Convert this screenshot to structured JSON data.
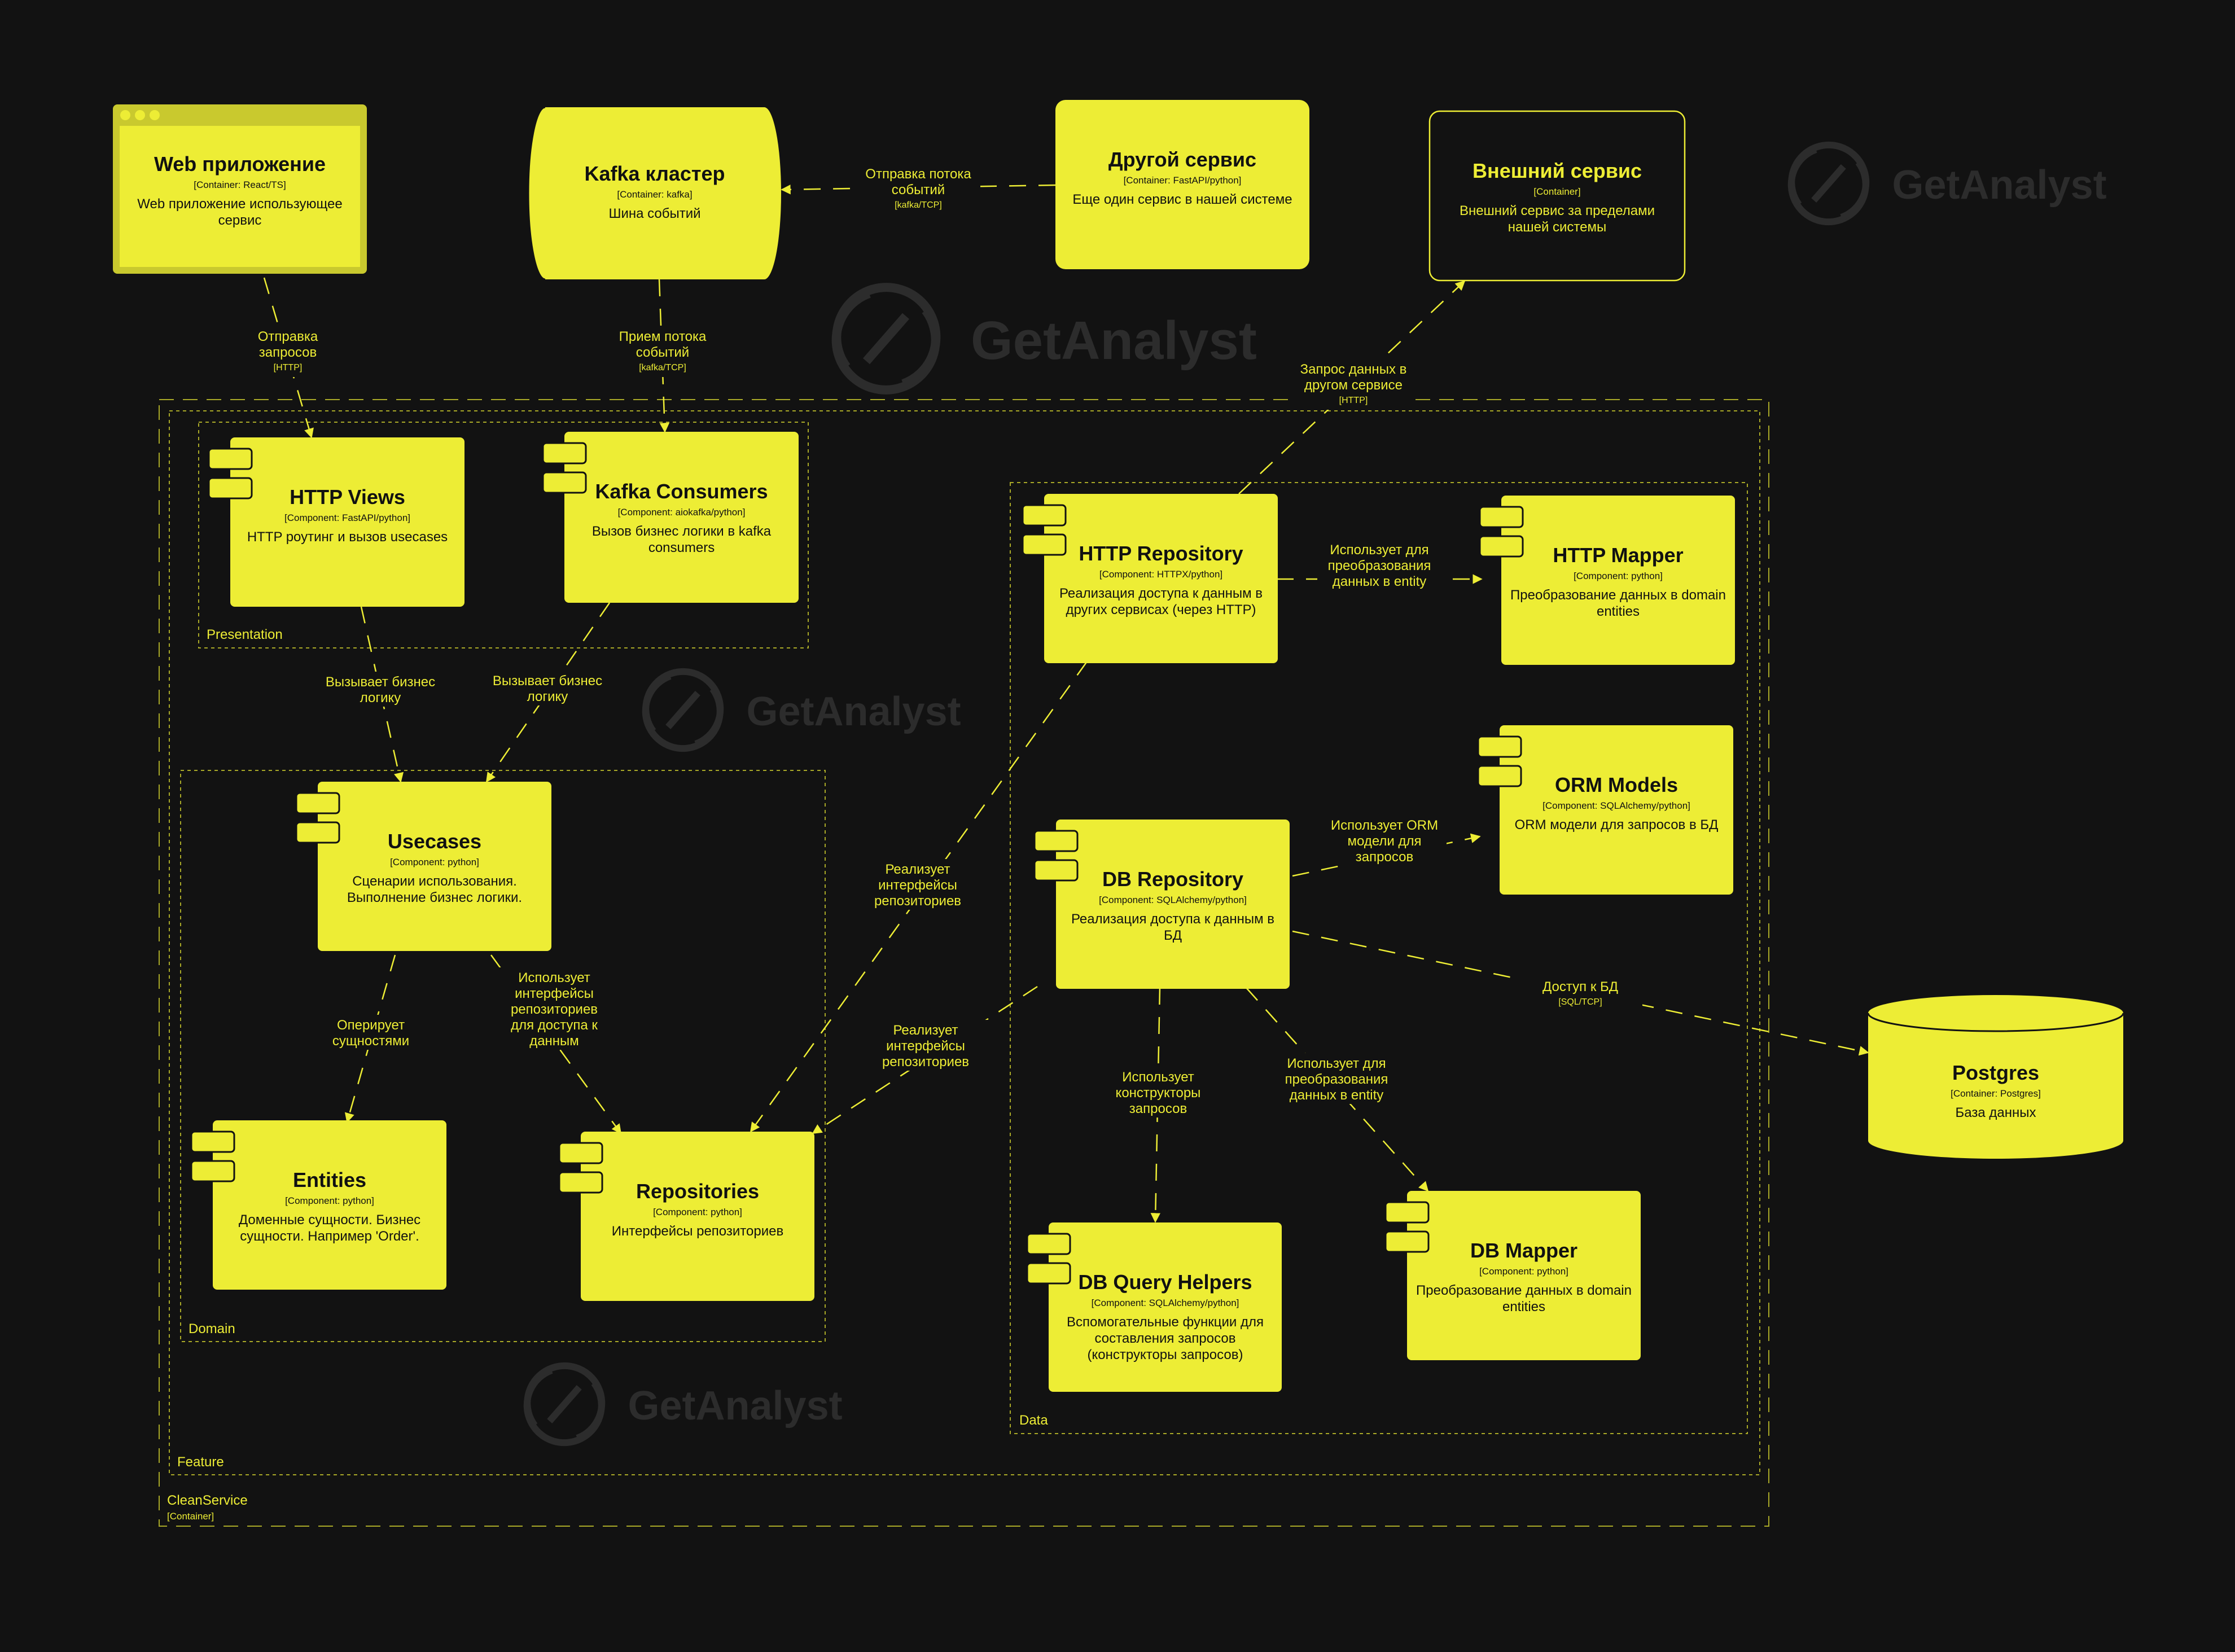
{
  "watermark": {
    "text": "GetAnalyst"
  },
  "colors": {
    "background": "#121212",
    "accent": "#eded35",
    "text_dark": "#111111",
    "watermark": "#2c2c2c"
  },
  "boundaries": {
    "clean_service": {
      "label": "CleanService",
      "tech": "[Container]"
    },
    "feature": {
      "label": "Feature"
    },
    "presentation": {
      "label": "Presentation"
    },
    "domain": {
      "label": "Domain"
    },
    "data": {
      "label": "Data"
    }
  },
  "nodes": {
    "web_app": {
      "title": "Web приложение",
      "tech": "[Container: React/TS]",
      "desc": [
        "Web приложение использующее",
        "сервис"
      ]
    },
    "kafka": {
      "title": "Kafka кластер",
      "tech": "[Container: kafka]",
      "desc": [
        "Шина событий"
      ]
    },
    "other_service": {
      "title": "Другой сервис",
      "tech": "[Container: FastAPI/python]",
      "desc": [
        "Еще один сервис в нашей системе"
      ]
    },
    "external_service": {
      "title": "Внешний сервис",
      "tech": "[Container]",
      "desc": [
        "Внешний сервис за пределами",
        "нашей системы"
      ]
    },
    "http_views": {
      "title": "HTTP Views",
      "tech": "[Component: FastAPI/python]",
      "desc": [
        "HTTP роутинг и вызов usecases"
      ]
    },
    "kafka_consumers": {
      "title": "Kafka Consumers",
      "tech": "[Component: aiokafka/python]",
      "desc": [
        "Вызов бизнес логики в kafka",
        "consumers"
      ]
    },
    "usecases": {
      "title": "Usecases",
      "tech": "[Component: python]",
      "desc": [
        "Сценарии использования.",
        "Выполнение бизнес логики."
      ]
    },
    "entities": {
      "title": "Entities",
      "tech": "[Component: python]",
      "desc": [
        "Доменные сущности. Бизнес",
        "сущности. Например 'Order'."
      ]
    },
    "repositories": {
      "title": "Repositories",
      "tech": "[Component: python]",
      "desc": [
        "Интерфейсы репозиториев"
      ]
    },
    "http_repository": {
      "title": "HTTP Repository",
      "tech": "[Component: HTTPX/python]",
      "desc": [
        "Реализация доступа к данным в",
        "других сервисах (через HTTP)"
      ]
    },
    "http_mapper": {
      "title": "HTTP Mapper",
      "tech": "[Component: python]",
      "desc": [
        "Преобразование данных в domain",
        "entities"
      ]
    },
    "orm_models": {
      "title": "ORM Models",
      "tech": "[Component: SQLAlchemy/python]",
      "desc": [
        "ORM модели для запросов в БД"
      ]
    },
    "db_repository": {
      "title": "DB Repository",
      "tech": "[Component: SQLAlchemy/python]",
      "desc": [
        "Реализация доступа к данным в",
        "БД"
      ]
    },
    "db_query_helpers": {
      "title": "DB Query Helpers",
      "tech": "[Component: SQLAlchemy/python]",
      "desc": [
        "Вспомогательные функции для",
        "составления запросов",
        "(конструкторы запросов)"
      ]
    },
    "db_mapper": {
      "title": "DB Mapper",
      "tech": "[Component: python]",
      "desc": [
        "Преобразование данных в domain",
        "entities"
      ]
    },
    "postgres": {
      "title": "Postgres",
      "tech": "[Container: Postgres]",
      "desc": [
        "База данных"
      ]
    }
  },
  "edges": {
    "other_to_kafka": {
      "label": [
        "Отправка потока",
        "событий"
      ],
      "tech": "[kafka/TCP]"
    },
    "web_to_views": {
      "label": [
        "Отправка",
        "запросов"
      ],
      "tech": "[HTTP]"
    },
    "kafka_to_consumers": {
      "label": [
        "Прием потока",
        "событий"
      ],
      "tech": "[kafka/TCP]"
    },
    "httprepo_to_external": {
      "label": [
        "Запрос данных в",
        "другом сервисе"
      ],
      "tech": "[HTTP]"
    },
    "views_to_usecases": {
      "label": [
        "Вызывает бизнес",
        "логику"
      ]
    },
    "consumers_to_usecases": {
      "label": [
        "Вызывает бизнес",
        "логику"
      ]
    },
    "httprepo_to_mapper": {
      "label": [
        "Использует для",
        "преобразования",
        "данных в entity"
      ]
    },
    "httprepo_to_repos": {
      "label": [
        "Реализует",
        "интерфейсы",
        "репозиториев"
      ]
    },
    "dbrepo_to_orm": {
      "label": [
        "Использует ORM",
        "модели для",
        "запросов"
      ]
    },
    "dbrepo_to_postgres": {
      "label": [
        "Доступ к БД"
      ],
      "tech": "[SQL/TCP]"
    },
    "dbrepo_to_repos": {
      "label": [
        "Реализует",
        "интерфейсы",
        "репозиториев"
      ]
    },
    "usecases_to_entities": {
      "label": [
        "Оперирует",
        "сущностями"
      ]
    },
    "usecases_to_repos": {
      "label": [
        "Использует",
        "интерфейсы",
        "репозиториев",
        "для доступа к",
        "данным"
      ]
    },
    "dbrepo_to_helpers": {
      "label": [
        "Использует",
        "конструкторы",
        "запросов"
      ]
    },
    "dbrepo_to_dbmapper": {
      "label": [
        "Использует для",
        "преобразования",
        "данных в entity"
      ]
    }
  }
}
